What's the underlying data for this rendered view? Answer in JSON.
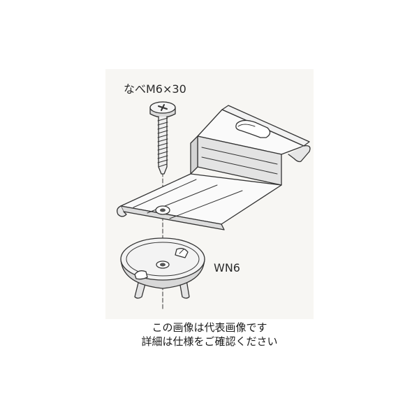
{
  "labels": {
    "screw": "なべM6×30",
    "washer": "WN6"
  },
  "caption": {
    "line1": "この画像は代表画像です",
    "line2": "詳細は仕様をご確認ください"
  },
  "colors": {
    "panel_background": "#f7f6f3",
    "line": "#333333",
    "metal_light": "#fafafa",
    "metal_shade": "#dedede"
  }
}
